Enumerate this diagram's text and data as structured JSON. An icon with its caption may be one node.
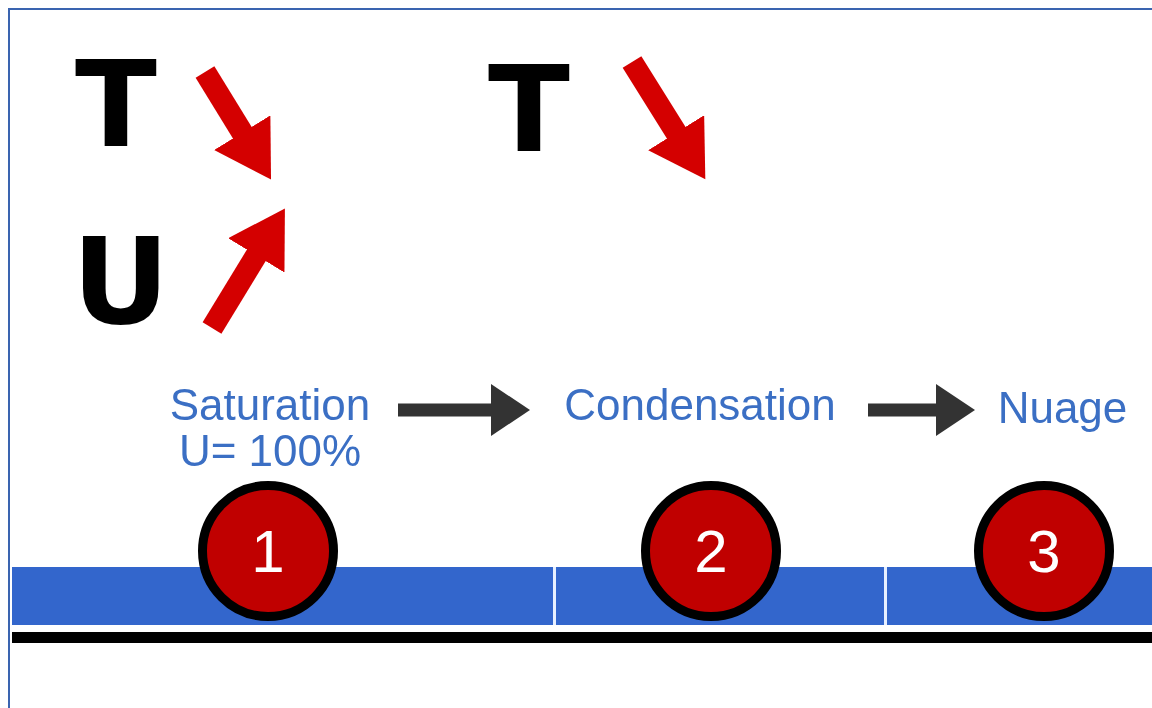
{
  "diagram": {
    "nodes": [
      {
        "text": [
          "Saturation",
          "U= 100%"
        ]
      },
      {
        "text": [
          "Condensation"
        ]
      },
      {
        "text": [
          "Nuage"
        ]
      },
      {
        "text": [
          "1"
        ]
      },
      {
        "text": [
          "2"
        ]
      },
      {
        "text": [
          "3"
        ]
      }
    ],
    "edges": [
      {
        "from": 0,
        "to": 1,
        "arrow": "to"
      },
      {
        "from": 1,
        "to": 2,
        "arrow": "to"
      }
    ],
    "labels": [
      "T",
      "U",
      "T"
    ]
  }
}
